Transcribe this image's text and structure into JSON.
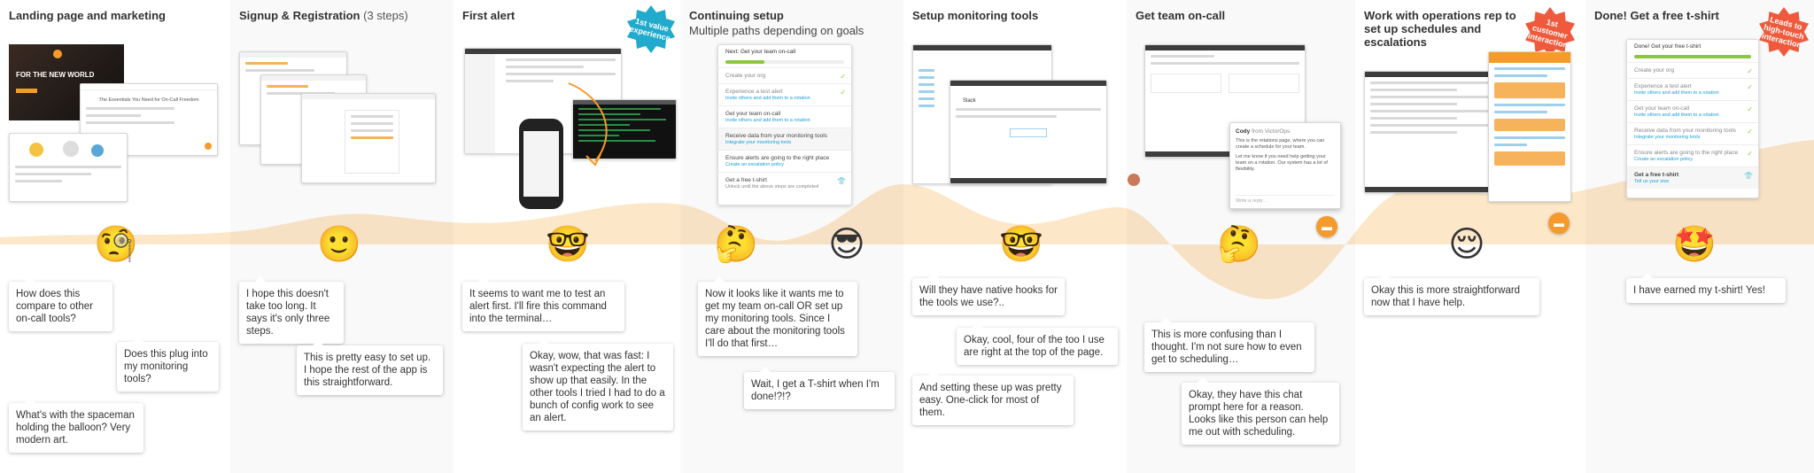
{
  "stages": [
    {
      "title": "Landing page and marketing",
      "title_suffix": "",
      "subtitle": "",
      "badge": "",
      "emojis": [
        "face-with-monocle"
      ],
      "bubbles": [
        "How does this compare to other on-call tools?",
        "Does this plug into my monitoring tools?",
        "What's with the spaceman holding the balloon? Very modern art."
      ],
      "screenshot_text": [
        "FOR THE NEW WORLD",
        "The Essentials You Need for On-Call Freedom"
      ]
    },
    {
      "title": "Signup & Registration",
      "title_suffix": "(3 steps)",
      "subtitle": "",
      "badge": "",
      "emojis": [
        "slightly-smiling-face"
      ],
      "bubbles": [
        "I hope this doesn't take too long. It says it's only three steps.",
        "This is pretty easy to set up. I hope the rest of the app is this straightforward."
      ]
    },
    {
      "title": "First alert",
      "title_suffix": "",
      "subtitle": "",
      "badge": "1st value experience",
      "emojis": [
        "nerd-face"
      ],
      "bubbles": [
        "It seems to want me to test an alert first. I'll fire this command into the terminal…",
        "Okay, wow, that was fast: I wasn't expecting the alert to show up that easily. In the other tools I tried I had to do a bunch of config work to see an alert."
      ]
    },
    {
      "title": "Continuing setup",
      "title_suffix": "",
      "subtitle": "Multiple paths depending on goals",
      "badge": "",
      "emojis": [
        "thinking-face",
        "smiling-face-with-sunglasses"
      ],
      "bubbles": [
        "Now it looks like it wants me to get my team on-call OR set up my monitoring tools. Since I care about the monitoring tools I'll do that first…",
        "Wait, I get a T-shirt when I'm done!?!?"
      ],
      "checklist": {
        "header": "Next: Get your team on-call",
        "progress": 0.33,
        "items": [
          {
            "title": "Create your org",
            "link": "",
            "done": true
          },
          {
            "title": "Experience a test alert",
            "link": "Invite others and add them to a rotation",
            "done": true
          },
          {
            "title": "Get your team on-call",
            "link": "Invite others and add them to a rotation",
            "done": false
          },
          {
            "title": "Receive data from your monitoring tools",
            "link": "Integrate your monitoring tools",
            "done": false
          },
          {
            "title": "Ensure alerts are going to the right place",
            "link": "Create an escalation policy",
            "done": false
          },
          {
            "title": "Get a free t-shirt",
            "link": "Unlock until the above steps are completed",
            "done": false
          }
        ]
      }
    },
    {
      "title": "Setup monitoring tools",
      "title_suffix": "",
      "subtitle": "",
      "badge": "",
      "emojis": [
        "nerd-face"
      ],
      "bubbles": [
        "Will they have native hooks for the tools we use?..",
        "Okay, cool, four of the too I use are right at the top of the page.",
        "And setting these up was pretty easy. One-click for most of them."
      ],
      "screenshot_text": [
        "Slack"
      ]
    },
    {
      "title": "Get team on-call",
      "title_suffix": "",
      "subtitle": "",
      "badge": "",
      "emojis": [
        "thinking-face"
      ],
      "bubbles": [
        "This is more confusing than I thought. I'm not sure how to even get to scheduling…",
        "Okay, they have this chat prompt here for a reason. Looks like this person can help me out with scheduling."
      ],
      "chat": {
        "name": "Cody",
        "from": "from VictorOps",
        "message_1": "This is the rotations page, where you can create a schedule for your team.",
        "message_2": "Let me know if you need help getting your team on a rotation. Our system has a lot of flexibility.",
        "placeholder": "Write a reply…"
      }
    },
    {
      "title": "Work with operations rep to set up schedules and escalations",
      "title_suffix": "",
      "subtitle": "",
      "badge": "1st customer interaction",
      "emojis": [
        "relieved-face"
      ],
      "bubbles": [
        "Okay this is more straightforward now that I have help."
      ]
    },
    {
      "title": "Done! Get a free t-shirt",
      "title_suffix": "",
      "subtitle": "",
      "badge": "Leads to high-touch interaction",
      "emojis": [
        "star-struck"
      ],
      "bubbles": [
        "I have earned my t-shirt! Yes!"
      ],
      "checklist": {
        "header": "Done! Get your free t-shirt",
        "progress": 1.0,
        "items": [
          {
            "title": "Create your org",
            "link": "",
            "done": true
          },
          {
            "title": "Experience a test alert",
            "link": "Invite others and add them to a rotation",
            "done": true
          },
          {
            "title": "Get your team on-call",
            "link": "Invite others and add them to a rotation",
            "done": true
          },
          {
            "title": "Receive data from your monitoring tools",
            "link": "Integrate your monitoring tools",
            "done": true
          },
          {
            "title": "Ensure alerts are going to the right place",
            "link": "Create an escalation policy",
            "done": true
          },
          {
            "title": "Get a free t-shirt",
            "link": "Tell us your size",
            "done": false
          }
        ]
      }
    }
  ],
  "colors": {
    "wave": "#fde3c0",
    "accent": "#f59b2b",
    "badge_teal": "#22aacc",
    "badge_red": "#ef5a3c",
    "check_green": "#8dc63f",
    "link_blue": "#1a9fd9"
  }
}
